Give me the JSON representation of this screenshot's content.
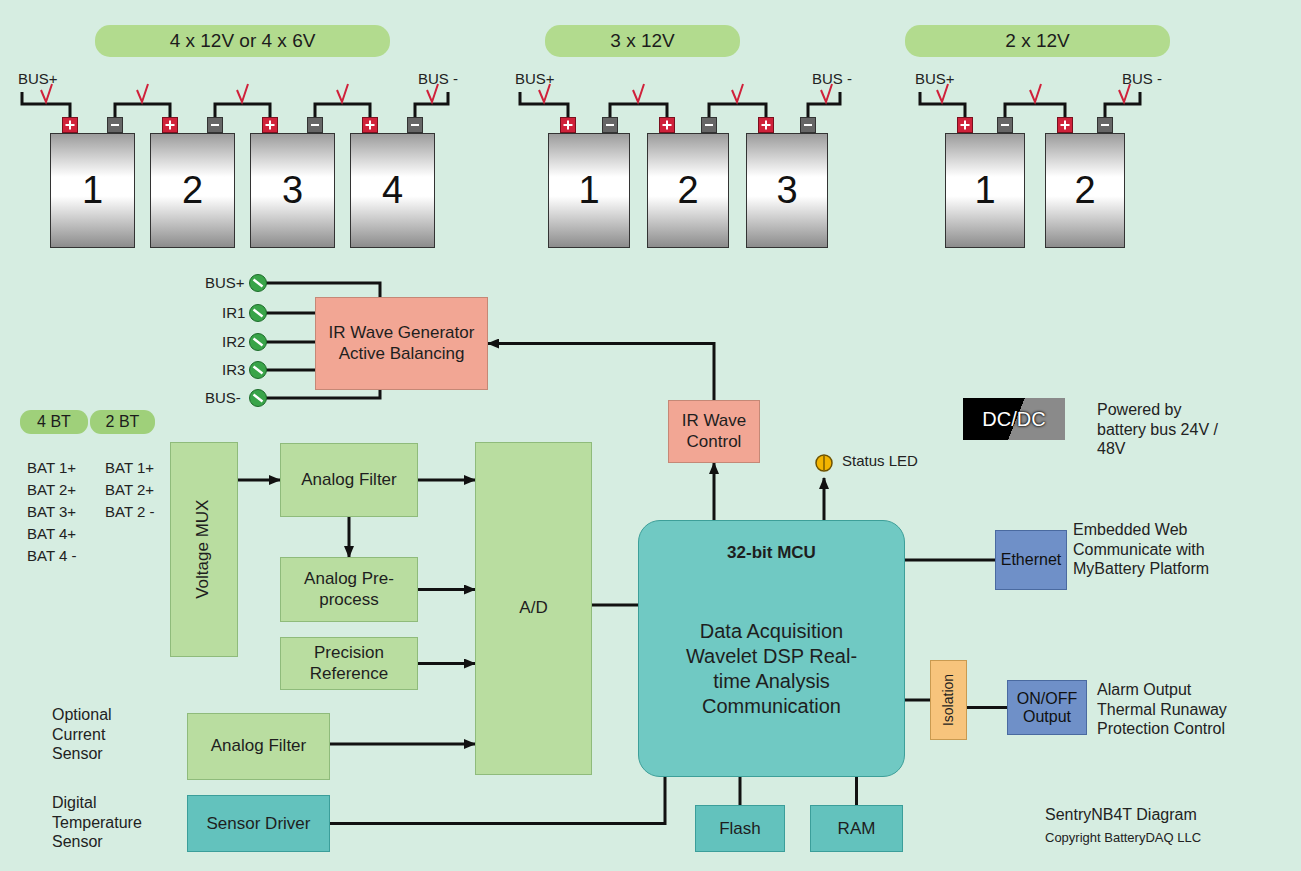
{
  "diagram": {
    "nodes": [
      {
        "text": [
          "4 x 12V or 4 x 6V"
        ]
      },
      {
        "text": [
          "3 x 12V"
        ]
      },
      {
        "text": [
          "2 x 12V"
        ]
      },
      {
        "text": [
          "1"
        ]
      },
      {
        "text": [
          "2"
        ]
      },
      {
        "text": [
          "3"
        ]
      },
      {
        "text": [
          "4"
        ]
      },
      {
        "text": [
          "1"
        ]
      },
      {
        "text": [
          "2"
        ]
      },
      {
        "text": [
          "3"
        ]
      },
      {
        "text": [
          "1"
        ]
      },
      {
        "text": [
          "2"
        ]
      },
      {
        "text": [
          "IR Wave Generator Active Balancing"
        ]
      },
      {
        "text": [
          "4 BT"
        ]
      },
      {
        "text": [
          "2 BT"
        ]
      },
      {
        "text": [
          "Voltage MUX"
        ]
      },
      {
        "text": [
          "Analog Filter"
        ]
      },
      {
        "text": [
          "IR Wave Control"
        ]
      },
      {
        "text": [
          "Analog Pre-process"
        ]
      },
      {
        "text": [
          "A/D"
        ]
      },
      {
        "text": [
          "32-bit MCU",
          "Data Acquisition Wavelet DSP Real-time Analysis Communication"
        ]
      },
      {
        "text": [
          "Ethernet"
        ]
      },
      {
        "text": [
          "Precision Reference"
        ]
      },
      {
        "text": [
          "Isolation"
        ]
      },
      {
        "text": [
          "ON/OFF Output"
        ]
      },
      {
        "text": [
          "Analog Filter"
        ]
      },
      {
        "text": [
          "Sensor Driver"
        ]
      },
      {
        "text": [
          "Flash"
        ]
      },
      {
        "text": [
          "RAM"
        ]
      },
      {
        "text": [
          "DC/DC"
        ]
      }
    ],
    "edges": [
      {
        "from": 15,
        "to": 16,
        "arrow": "to"
      },
      {
        "from": 16,
        "to": 19,
        "arrow": "to"
      },
      {
        "from": 16,
        "to": 18,
        "arrow": "to"
      },
      {
        "from": 18,
        "to": 19,
        "arrow": "to"
      },
      {
        "from": 22,
        "to": 19,
        "arrow": "to"
      },
      {
        "from": 25,
        "to": 19,
        "arrow": "to"
      },
      {
        "from": 19,
        "to": 20,
        "arrow": "none"
      },
      {
        "from": 20,
        "to": 17,
        "arrow": "to"
      },
      {
        "from": 17,
        "to": 12,
        "arrow": "to"
      },
      {
        "from": 20,
        "to": 21,
        "arrow": "none"
      },
      {
        "from": 20,
        "to": 23,
        "arrow": "none"
      },
      {
        "from": 23,
        "to": 24,
        "arrow": "none"
      },
      {
        "from": 20,
        "to": 27,
        "arrow": "none"
      },
      {
        "from": 20,
        "to": 28,
        "arrow": "none"
      },
      {
        "from": 26,
        "to": 20,
        "arrow": "none"
      }
    ],
    "labels": [
      "BUS+",
      "BUS -",
      "BUS+",
      "BUS -",
      "BUS+",
      "BUS -",
      "BUS+",
      "IR1",
      "IR2",
      "IR3",
      "BUS-",
      "BAT 1+",
      "BAT 2+",
      "BAT 3+",
      "BAT 4+",
      "BAT 4 -",
      "BAT 1+",
      "BAT 2+",
      "BAT 2 -",
      "Status LED",
      "Powered by battery bus 24V / 48V",
      "Embedded Web Communicate with MyBattery Platform",
      "Alarm Output Thermal Runaway Protection Control",
      "Optional Current Sensor",
      "Digital Temperature Sensor",
      "SentryNB4T Diagram",
      "Copyright BatteryDAQ LLC"
    ]
  }
}
